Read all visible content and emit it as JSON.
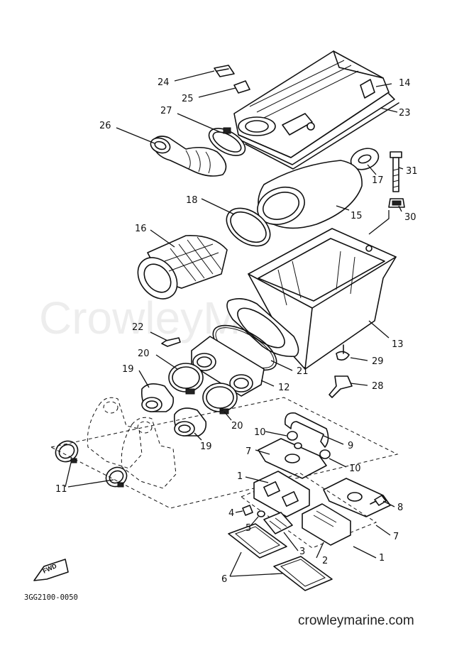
{
  "watermark": "CrowleyMarine",
  "footer_url": "crowleymarine.com",
  "drawing_code": "3GG2100-0050",
  "fwd_label": "FWD",
  "callouts": {
    "c24": "24",
    "c25": "25",
    "c27": "27",
    "c26": "26",
    "c14": "14",
    "c23": "23",
    "c31": "31",
    "c17": "17",
    "c30": "30",
    "c18": "18",
    "c15": "15",
    "c16": "16",
    "c13": "13",
    "c22": "22",
    "c20a": "20",
    "c21": "21",
    "c19a": "19",
    "c12": "12",
    "c29": "29",
    "c28": "28",
    "c20b": "20",
    "c19b": "19",
    "c10a": "10",
    "c9": "9",
    "c7a": "7",
    "c10b": "10",
    "c11": "11",
    "c1a": "1",
    "c8": "8",
    "c4": "4",
    "c5": "5",
    "c7b": "7",
    "c3": "3",
    "c2": "2",
    "c1b": "1",
    "c6": "6"
  }
}
